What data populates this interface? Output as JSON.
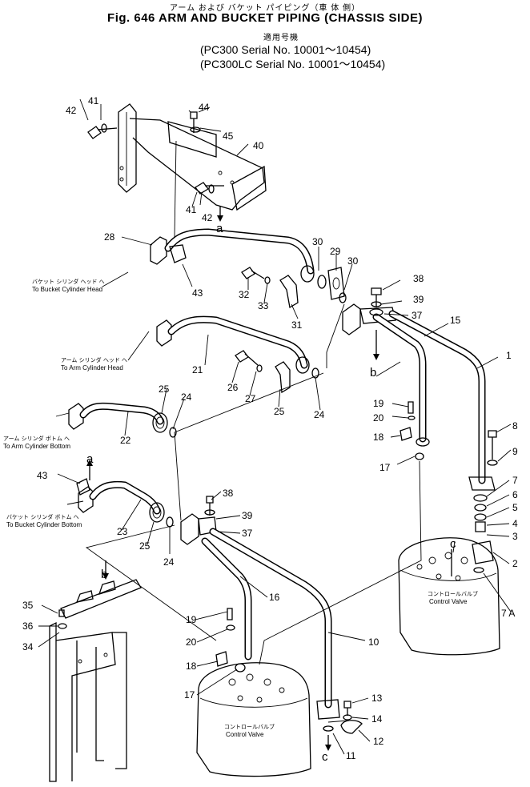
{
  "header": {
    "title_jp": "アーム および バケット パイピング（車 体 側）",
    "title_en": "Fig. 646 ARM AND BUCKET PIPING (CHASSIS SIDE)",
    "applies_jp": "適用号機",
    "serial_1": "(PC300    Serial No. 10001～10454)",
    "serial_2": "(PC300LC Serial No. 10001～10454)"
  },
  "captions": {
    "bucket_head_jp": "バケット シリンダ ヘッド へ",
    "bucket_head_en": "To Bucket Cylinder Head",
    "arm_head_jp": "アーム シリンダ ヘッド へ",
    "arm_head_en": "To Arm Cylinder Head",
    "arm_bottom_jp": "アーム シリンダ ボトム へ",
    "arm_bottom_en": "To Arm Cylinder Bottom",
    "bucket_bottom_jp": "バケット シリンダ ボトム へ",
    "bucket_bottom_en": "To Bucket Cylinder Bottom",
    "cv_right_jp": "コントロールバルブ",
    "cv_right_en": "Control Valve",
    "cv_left_jp": "コントロールバルブ",
    "cv_left_en": "Control Valve"
  },
  "parts": {
    "p1": "1",
    "p2": "2",
    "p3": "3",
    "p4": "4",
    "p5": "5",
    "p6": "6",
    "p7": "7",
    "p7a": "7 A",
    "p8": "8",
    "p9": "9",
    "p10": "10",
    "p11": "11",
    "p12": "12",
    "p13": "13",
    "p14": "14",
    "p15": "15",
    "p16": "16",
    "p17a": "17",
    "p17b": "17",
    "p18a": "18",
    "p18b": "18",
    "p19a": "19",
    "p19b": "19",
    "p20a": "20",
    "p20b": "20",
    "p21": "21",
    "p22": "22",
    "p23": "23",
    "p24a": "24",
    "p24b": "24",
    "p24c": "24",
    "p25a": "25",
    "p25b": "25",
    "p25c": "25",
    "p26": "26",
    "p27": "27",
    "p28": "28",
    "p29": "29",
    "p30a": "30",
    "p30b": "30",
    "p31": "31",
    "p32": "32",
    "p33": "33",
    "p34": "34",
    "p35": "35",
    "p36": "36",
    "p37a": "37",
    "p37b": "37",
    "p38a": "38",
    "p38b": "38",
    "p39a": "39",
    "p39b": "39",
    "p40": "40",
    "p41a": "41",
    "p41b": "41",
    "p42a": "42",
    "p42b": "42",
    "p43a": "43",
    "p43b": "43",
    "p44": "44",
    "p45": "45"
  },
  "refs": {
    "a_top": "a",
    "a_left": "a",
    "b_right": "b",
    "b_left": "b",
    "c_top": "c",
    "c_bottom": "c"
  }
}
